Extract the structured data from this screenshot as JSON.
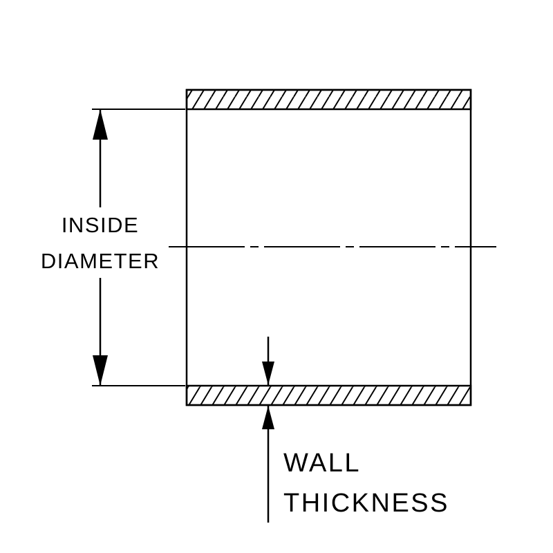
{
  "labels": {
    "inside_diameter": {
      "line1": "INSIDE",
      "line2": "DIAMETER"
    },
    "wall_thickness": {
      "line1": "WALL",
      "line2": "THICKNESS"
    }
  },
  "colors": {
    "line": "#000000",
    "background": "#ffffff"
  }
}
